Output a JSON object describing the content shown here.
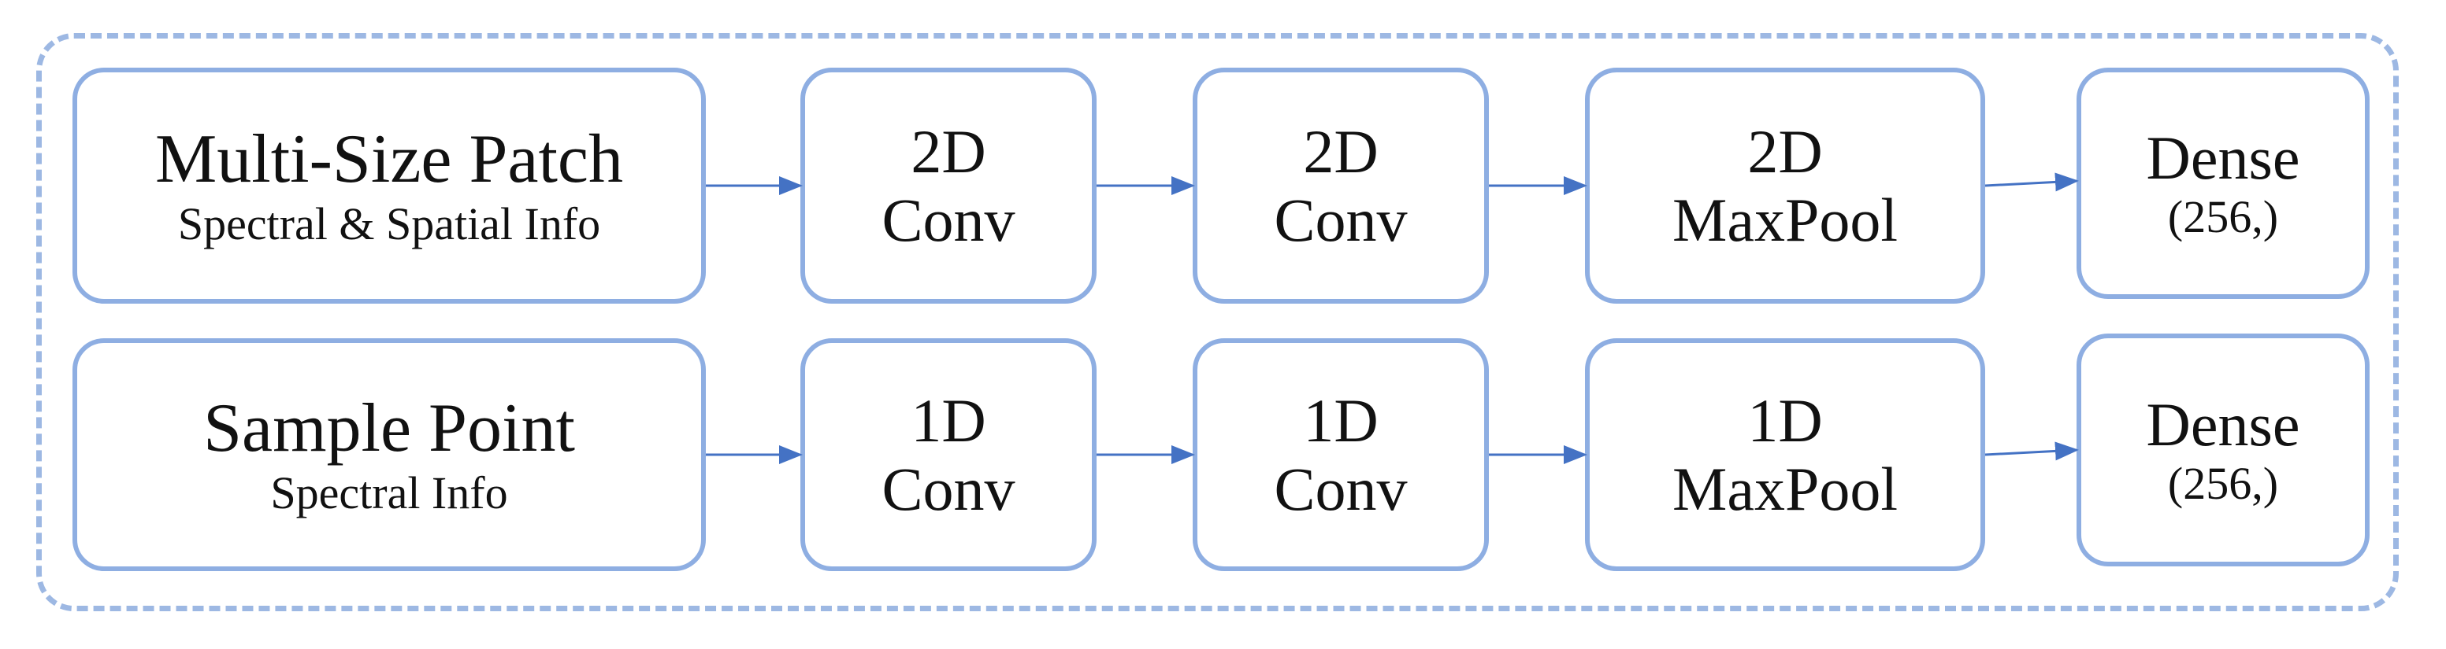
{
  "rows": [
    {
      "input": {
        "title": "Multi-Size Patch",
        "subtitle": "Spectral & Spatial Info"
      },
      "layers": [
        {
          "line1": "2D",
          "line2": "Conv"
        },
        {
          "line1": "2D",
          "line2": "Conv"
        },
        {
          "line1": "2D",
          "line2": "MaxPool"
        }
      ],
      "output": {
        "title": "Dense",
        "shape": "(256,)"
      }
    },
    {
      "input": {
        "title": "Sample Point",
        "subtitle": "Spectral Info"
      },
      "layers": [
        {
          "line1": "1D",
          "line2": "Conv"
        },
        {
          "line1": "1D",
          "line2": "Conv"
        },
        {
          "line1": "1D",
          "line2": "MaxPool"
        }
      ],
      "output": {
        "title": "Dense",
        "shape": "(256,)"
      }
    }
  ],
  "colors": {
    "box_border": "#8eaee2",
    "frame_border": "#9db8e3",
    "arrow": "#4472c4"
  }
}
